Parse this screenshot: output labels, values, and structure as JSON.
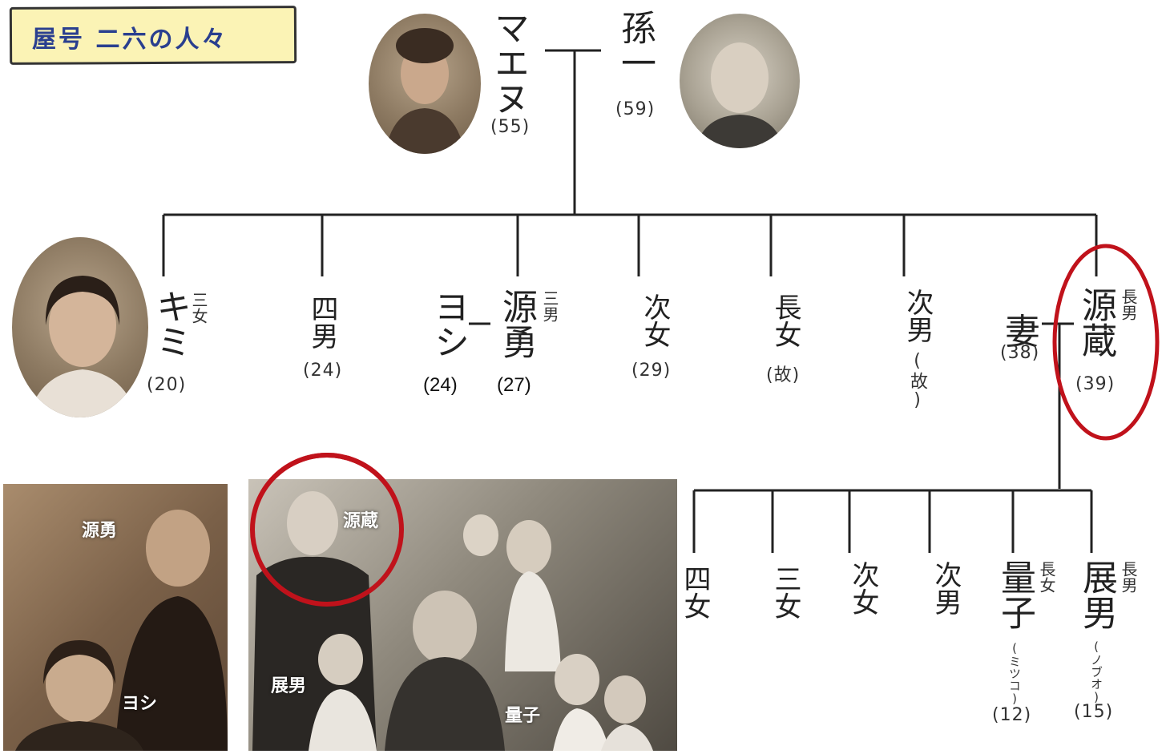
{
  "title": "屋号 二六の人々",
  "parents": {
    "mother": {
      "name": "マエヌ",
      "age": "(55)"
    },
    "father": {
      "name": "孫一",
      "age": "(59)"
    }
  },
  "children": [
    {
      "name": "キミ",
      "rel": "三女",
      "age": "(20)"
    },
    {
      "rel": "四男",
      "age": "(24)"
    },
    {
      "name": "ヨシ",
      "age": "(24)"
    },
    {
      "name": "源勇",
      "rel": "三男",
      "age": "(27)"
    },
    {
      "rel": "次女",
      "age": "(29)"
    },
    {
      "rel": "長女",
      "age": "(故)"
    },
    {
      "rel": "次男",
      "age": "(故)"
    },
    {
      "name": "妻",
      "age": "(38)"
    },
    {
      "name": "源蔵",
      "rel": "長男",
      "age": "(39)"
    }
  ],
  "grandchildren": [
    {
      "rel": "四女"
    },
    {
      "rel": "三女"
    },
    {
      "rel": "次女"
    },
    {
      "rel": "次男"
    },
    {
      "name": "量子",
      "rel": "長女",
      "reading": "(ミツコ)",
      "age": "(12)"
    },
    {
      "name": "展男",
      "rel": "長男",
      "reading": "(ノブオ)",
      "age": "(15)"
    }
  ],
  "photo_labels": {
    "photo1": [
      "源勇",
      "ヨシ"
    ],
    "photo2": [
      "源蔵",
      "展男",
      "量子"
    ]
  },
  "colors": {
    "highlight": "#c0121b",
    "title_bg": "#fbf3b5",
    "title_text": "#2a3f8f",
    "line": "#222222"
  }
}
